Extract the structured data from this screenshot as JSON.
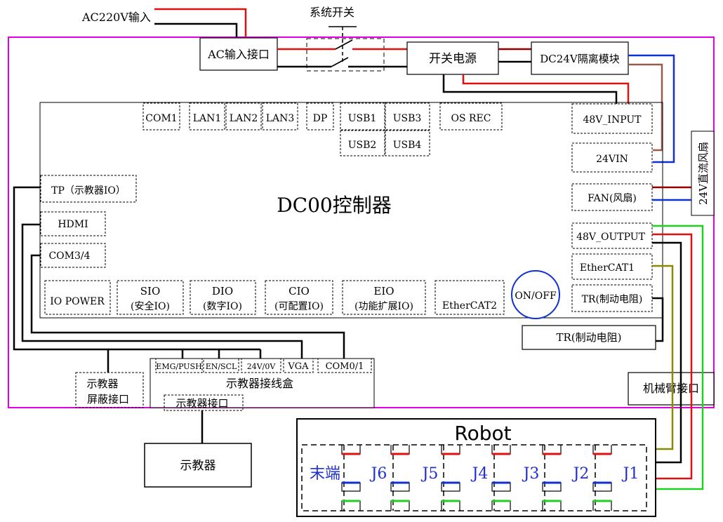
{
  "external": {
    "ac_input_label": "AC220V输入",
    "system_switch_label": "系统开关",
    "ac_input_port": "AC输入接口",
    "switch_psu": "开关电源",
    "dc_isolation": "DC24V隔离模块"
  },
  "controller": {
    "title": "DC00控制器",
    "top_ports": [
      "COM1",
      "LAN1",
      "LAN2",
      "LAN3",
      "DP",
      "USB1",
      "USB3",
      "USB2",
      "USB4",
      "OS REC"
    ],
    "right_ports": [
      "48V_INPUT",
      "24VIN",
      "FAN(风扇)",
      "48V_OUTPUT",
      "EtherCAT1",
      "TR(制动电阻)"
    ],
    "left_ports": [
      "TP（示教器IO）",
      "HDMI",
      "COM3/4"
    ],
    "bottom_ports": [
      {
        "line1": "IO POWER",
        "line2": ""
      },
      {
        "line1": "SIO",
        "line2": "(安全IO)"
      },
      {
        "line1": "DIO",
        "line2": "(数字IO)"
      },
      {
        "line1": "CIO",
        "line2": "(可配置IO)"
      },
      {
        "line1": "EIO",
        "line2": "(功能扩展IO)"
      },
      {
        "line1": "EtherCAT2",
        "line2": ""
      }
    ],
    "power_button": "ON/OFF"
  },
  "fan_label": "24V直流风扇",
  "brake_resistor": "TR(制动电阻)",
  "arm_port": "机械臂接口",
  "pendant_box": {
    "title": "示教器接线盒",
    "ports": [
      "EMG/PUSH",
      "EN/SCL",
      "24V/0V",
      "VGA",
      "COM0/1"
    ],
    "pendant_port": "示教器接口"
  },
  "pendant_shield": {
    "line1": "示教器",
    "line2": "屏蔽接口"
  },
  "pendant": "示教器",
  "robot": {
    "title": "Robot",
    "joints": [
      "末端",
      "J6",
      "J5",
      "J4",
      "J3",
      "J2",
      "J1"
    ]
  },
  "colors": {
    "enclosure": "#e000e0",
    "red": "#e01010",
    "black": "#000000",
    "blue": "#1030d0",
    "green": "#20d020",
    "olive": "#8a8a00",
    "brown": "#9a5a50",
    "dark_red": "#900000"
  }
}
